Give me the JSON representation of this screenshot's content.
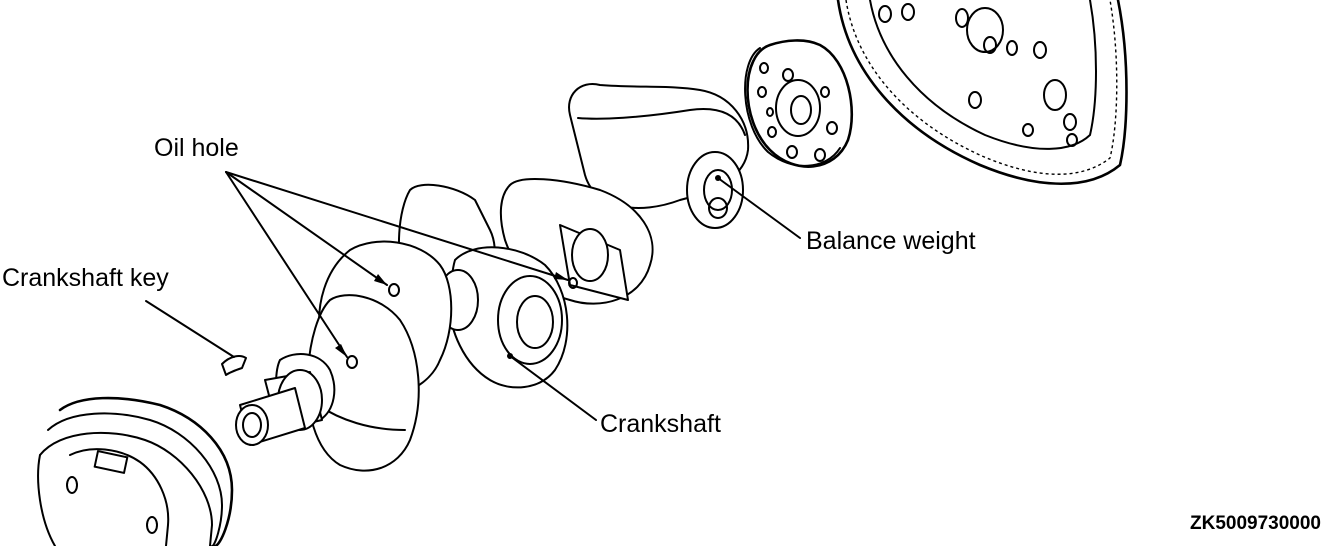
{
  "labels": {
    "oil_hole": "Oil hole",
    "crankshaft_key": "Crankshaft key",
    "balance_weight": "Balance weight",
    "crankshaft": "Crankshaft"
  },
  "figure_code": "ZK5009730000",
  "colors": {
    "line": "#000000",
    "background": "#ffffff"
  }
}
